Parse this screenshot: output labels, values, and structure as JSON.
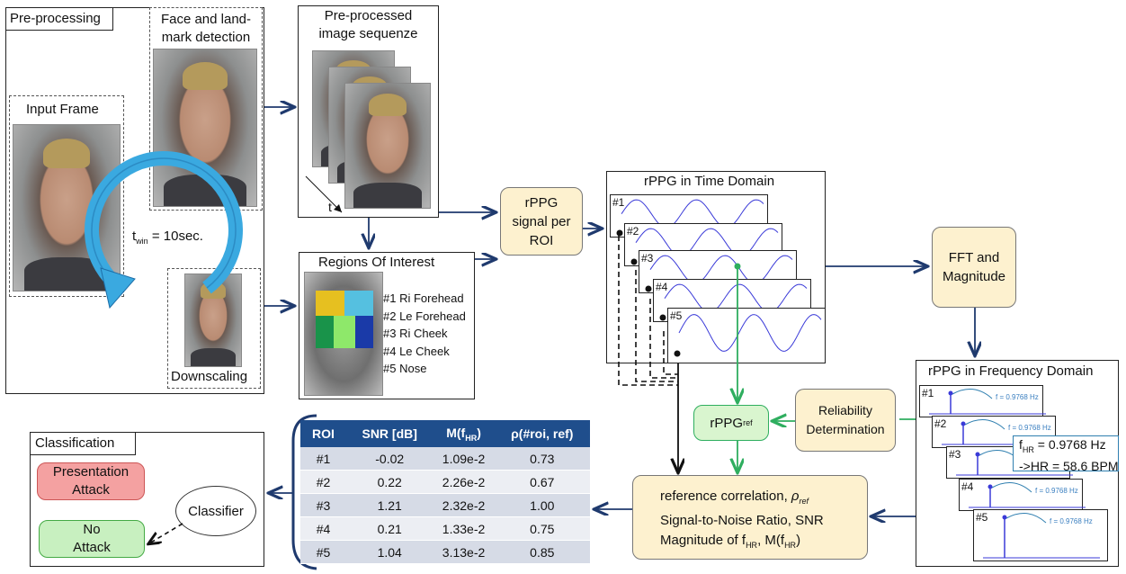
{
  "preprocessing": {
    "title": "Pre-processing",
    "input_frame": "Input Frame",
    "face_detection": "Face and land-\nmark detection",
    "downscaling": "Downscaling",
    "twin": "t",
    "twin_sub": "win",
    "twin_value": " = 10sec."
  },
  "sequence": {
    "title": "Pre-processed\nimage sequenze",
    "t_label": "t"
  },
  "roi": {
    "title": "Regions Of Interest",
    "items": [
      "#1 Ri Forehead",
      "#2 Le Forehead",
      "#3 Ri Cheek",
      "#4 Le Cheek",
      "#5 Nose"
    ]
  },
  "rppg_signal": "rPPG\nsignal per\nROI",
  "time_domain": {
    "title": "rPPG in Time Domain",
    "labels": [
      "#1",
      "#2",
      "#3",
      "#4",
      "#5"
    ]
  },
  "fft": "FFT and\nMagnitude",
  "freq_domain": {
    "title": "rPPG in Frequency Domain",
    "labels": [
      "#1",
      "#2",
      "#3",
      "#4",
      "#5"
    ],
    "peak_label": "f = 0.9768 Hz",
    "fhr_line": " = 0.9768 Hz",
    "hr_line": "->HR = 58.6 BPM",
    "f_symbol": "f",
    "f_sub": "HR"
  },
  "reliability": "Reliability\nDetermination",
  "rppg_ref": {
    "main": "rPPG",
    "sub": "ref"
  },
  "metrics_box": {
    "line1": "reference correlation, ",
    "rho": "ρ",
    "rho_sub": "ref",
    "line2": "Signal-to-Noise Ratio, SNR",
    "line3_a": "Magnitude of f",
    "line3_sub": "HR",
    "line3_b": ", M(f",
    "line3_sub2": "HR",
    "line3_c": ")"
  },
  "table": {
    "headers": [
      "ROI",
      "SNR [dB]",
      "M(f",
      "ρ(#roi, ref)"
    ],
    "header_sub": "HR",
    "header_close": ")",
    "rows": [
      [
        "#1",
        "-0.02",
        "1.09e-2",
        "0.73"
      ],
      [
        "#2",
        "0.22",
        "2.26e-2",
        "0.67"
      ],
      [
        "#3",
        "1.21",
        "2.32e-2",
        "1.00"
      ],
      [
        "#4",
        "0.21",
        "1.33e-2",
        "0.75"
      ],
      [
        "#5",
        "1.04",
        "3.13e-2",
        "0.85"
      ]
    ]
  },
  "classification": {
    "title": "Classification",
    "presentation_attack": "Presentation\nAttack",
    "no_attack": "No\nAttack",
    "classifier": "Classifier"
  },
  "colors": {
    "arrow": "#1f3a6e",
    "green": "#2fae5f",
    "attack_fill": "#f4a1a1",
    "noattack_fill": "#c8f0c0",
    "table_header": "#1f4e8c",
    "signal": "#3a3ad8",
    "cycle": "#3aa9e0"
  }
}
